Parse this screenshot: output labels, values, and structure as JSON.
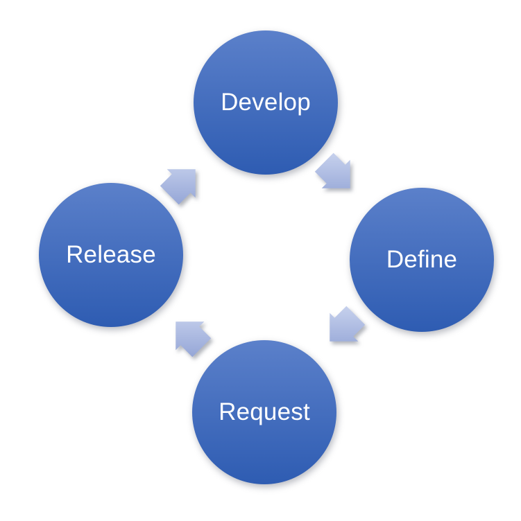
{
  "diagram": {
    "type": "cycle",
    "direction": "clockwise",
    "nodes": [
      {
        "id": "develop",
        "label": "Develop",
        "position": "top"
      },
      {
        "id": "define",
        "label": "Define",
        "position": "right"
      },
      {
        "id": "request",
        "label": "Request",
        "position": "bottom"
      },
      {
        "id": "release",
        "label": "Release",
        "position": "left"
      }
    ],
    "arrows": [
      {
        "from": "Develop",
        "to": "Define",
        "pointing": "down-right"
      },
      {
        "from": "Define",
        "to": "Request",
        "pointing": "down-left"
      },
      {
        "from": "Request",
        "to": "Release",
        "pointing": "up-left"
      },
      {
        "from": "Release",
        "to": "Develop",
        "pointing": "up-right"
      }
    ],
    "colors": {
      "background": "#ffffff",
      "circle_top": "#5b80ca",
      "circle_bottom": "#2e5cb2",
      "arrow_light": "#c9d3ee",
      "arrow_dark": "#8fa1d4",
      "text": "#ffffff"
    }
  }
}
